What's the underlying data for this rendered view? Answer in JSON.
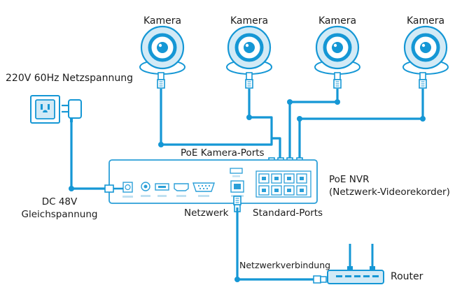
{
  "colors": {
    "accent": "#1597d5",
    "accent_light": "#d2eaf6",
    "outline": "#2a9fd8",
    "text": "#1c1c1c"
  },
  "cameras": [
    {
      "label": "Kamera"
    },
    {
      "label": "Kamera"
    },
    {
      "label": "Kamera"
    },
    {
      "label": "Kamera"
    }
  ],
  "power": {
    "mains_label": "220V 60Hz Netzspannung",
    "dc_line1": "DC 48V",
    "dc_line2": "Gleichspannung",
    "outlet_icon": "power-outlet-icon",
    "adapter_icon": "power-adapter-icon"
  },
  "nvr": {
    "name_line1": "PoE NVR",
    "name_line2": "(Netzwerk-Videorekorder)",
    "poe_ports_label": "PoE Kamera-Ports",
    "standard_ports_label": "Standard-Ports",
    "network_label": "Netzwerk"
  },
  "router": {
    "label": "Router",
    "connection_label": "Netzwerkverbindung",
    "icon": "router-icon"
  }
}
